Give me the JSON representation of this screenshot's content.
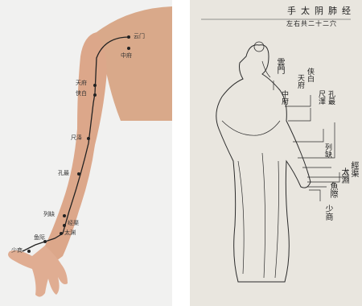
{
  "left_panel": {
    "points": {
      "yunmen": "云门",
      "zhongfu": "中府",
      "tianfu": "天府",
      "xiabai": "侠白",
      "chize": "尺泽",
      "kongzui": "孔最",
      "lieque": "列缺",
      "jingqu": "经渠",
      "taiyuan": "太渊",
      "yuji": "鱼际",
      "shaoshang": "少商"
    }
  },
  "right_panel": {
    "title": "手太阴肺经",
    "subtitle": "左右共二十二穴",
    "points": {
      "yunmen": "雲門",
      "zhongfu": "中府",
      "xiabai": "侠白",
      "tianfu": "天府",
      "kongzui": "孔最",
      "chize": "尺澤",
      "lieque": "列缺",
      "jingqu": "經渠",
      "taiyuan": "太淵",
      "yuji": "魚際",
      "shaoshang": "少商"
    }
  }
}
